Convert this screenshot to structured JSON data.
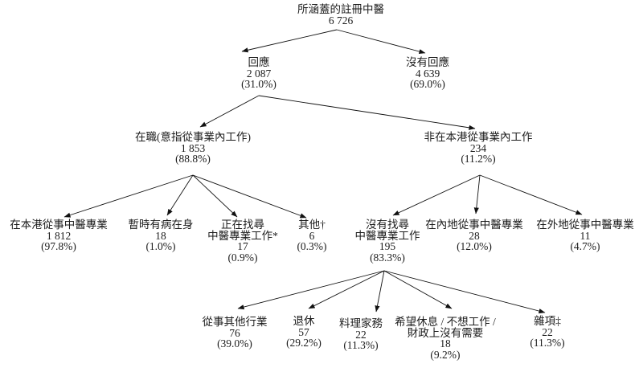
{
  "nodes": {
    "root": {
      "label": "所涵蓋的註冊中醫",
      "value": "6 726"
    },
    "responded": {
      "label": "回應",
      "value": "2 087",
      "pct": "(31.0%)"
    },
    "no_response": {
      "label": "沒有回應",
      "value": "4 639",
      "pct": "(69.0%)"
    },
    "working": {
      "label": "在職(意指從事業內工作)",
      "value": "1 853",
      "pct": "(88.8%)"
    },
    "not_working_hk": {
      "label": "非在本港從事業內工作",
      "value": "234",
      "pct": "(11.2%)"
    },
    "practising_hk": {
      "label": "在本港從事中醫專業",
      "value": "1 812",
      "pct": "(97.8%)"
    },
    "sick": {
      "label": "暫時有病在身",
      "value": "18",
      "pct": "(1.0%)"
    },
    "seeking": {
      "label1": "正在找尋",
      "label2": "中醫專業工作*",
      "value": "17",
      "pct": "(0.9%)"
    },
    "others": {
      "label": "其他†",
      "value": "6",
      "pct": "(0.3%)"
    },
    "not_seeking": {
      "label1": "沒有找尋",
      "label2": "中醫專業工作",
      "value": "195",
      "pct": "(83.3%)"
    },
    "mainland": {
      "label": "在內地從事中醫專業",
      "value": "28",
      "pct": "(12.0%)"
    },
    "overseas": {
      "label": "在外地從事中醫專業",
      "value": "11",
      "pct": "(4.7%)"
    },
    "other_industry": {
      "label": "從事其他行業",
      "value": "76",
      "pct": "(39.0%)"
    },
    "retired": {
      "label": "退休",
      "value": "57",
      "pct": "(29.2%)"
    },
    "housework": {
      "label": "料理家務",
      "value": "22",
      "pct": "(11.3%)"
    },
    "rest": {
      "label1": "希望休息 / 不想工作 /",
      "label2": "財政上沒有需要",
      "value": "18",
      "pct": "(9.2%)"
    },
    "misc": {
      "label": "雜項‡",
      "value": "22",
      "pct": "(11.3%)"
    }
  },
  "edges": [
    {
      "from": "root",
      "to": "responded"
    },
    {
      "from": "root",
      "to": "no_response"
    },
    {
      "from": "responded",
      "to": "working"
    },
    {
      "from": "responded",
      "to": "not_working_hk"
    },
    {
      "from": "working",
      "to": "practising_hk"
    },
    {
      "from": "working",
      "to": "sick"
    },
    {
      "from": "working",
      "to": "seeking"
    },
    {
      "from": "working",
      "to": "others"
    },
    {
      "from": "not_working_hk",
      "to": "not_seeking"
    },
    {
      "from": "not_working_hk",
      "to": "mainland"
    },
    {
      "from": "not_working_hk",
      "to": "overseas"
    },
    {
      "from": "not_seeking",
      "to": "other_industry"
    },
    {
      "from": "not_seeking",
      "to": "retired"
    },
    {
      "from": "not_seeking",
      "to": "housework"
    },
    {
      "from": "not_seeking",
      "to": "rest"
    },
    {
      "from": "not_seeking",
      "to": "misc"
    }
  ],
  "colors": {
    "line": "#111111",
    "text": "#1c1c1c",
    "background": "#ffffff"
  }
}
